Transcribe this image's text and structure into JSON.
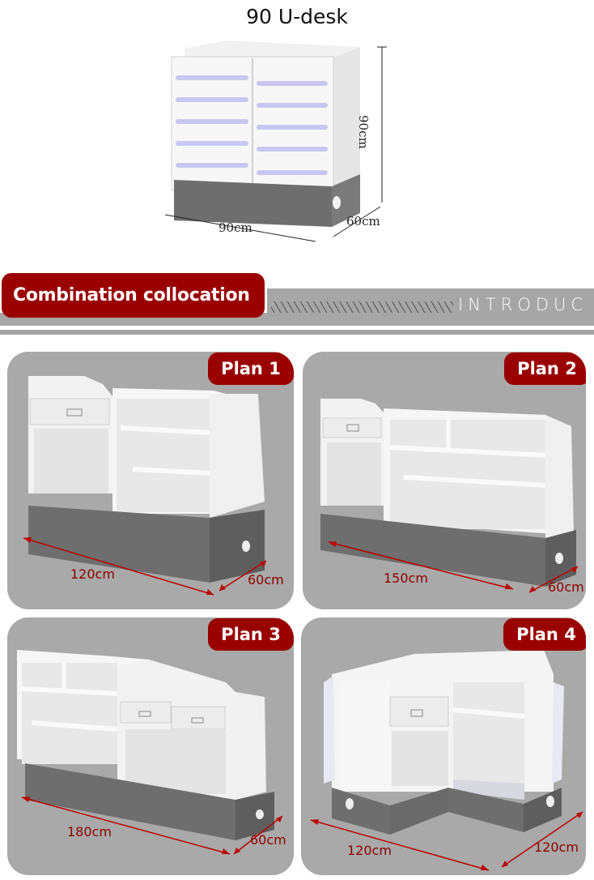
{
  "hero": {
    "title": "90 U-desk",
    "dims": {
      "height": "90cm",
      "width": "90cm",
      "depth": "60cm"
    }
  },
  "section_banner": {
    "title": "Combination collocation",
    "subtitle": "INTRODUC"
  },
  "plans": [
    {
      "label": "Plan 1",
      "width": "120cm",
      "depth": "60cm"
    },
    {
      "label": "Plan 2",
      "width": "150cm",
      "depth": "60cm"
    },
    {
      "label": "Plan 3",
      "width": "180cm",
      "depth": "60cm"
    },
    {
      "label": "Plan 4",
      "width": "120cm",
      "depth": "120cm"
    }
  ],
  "colors": {
    "accent_red": "#9a0000",
    "dimension_red": "#8b0000",
    "card_gray": "#a9a9a9",
    "base_gray": "#6e6e6e"
  }
}
